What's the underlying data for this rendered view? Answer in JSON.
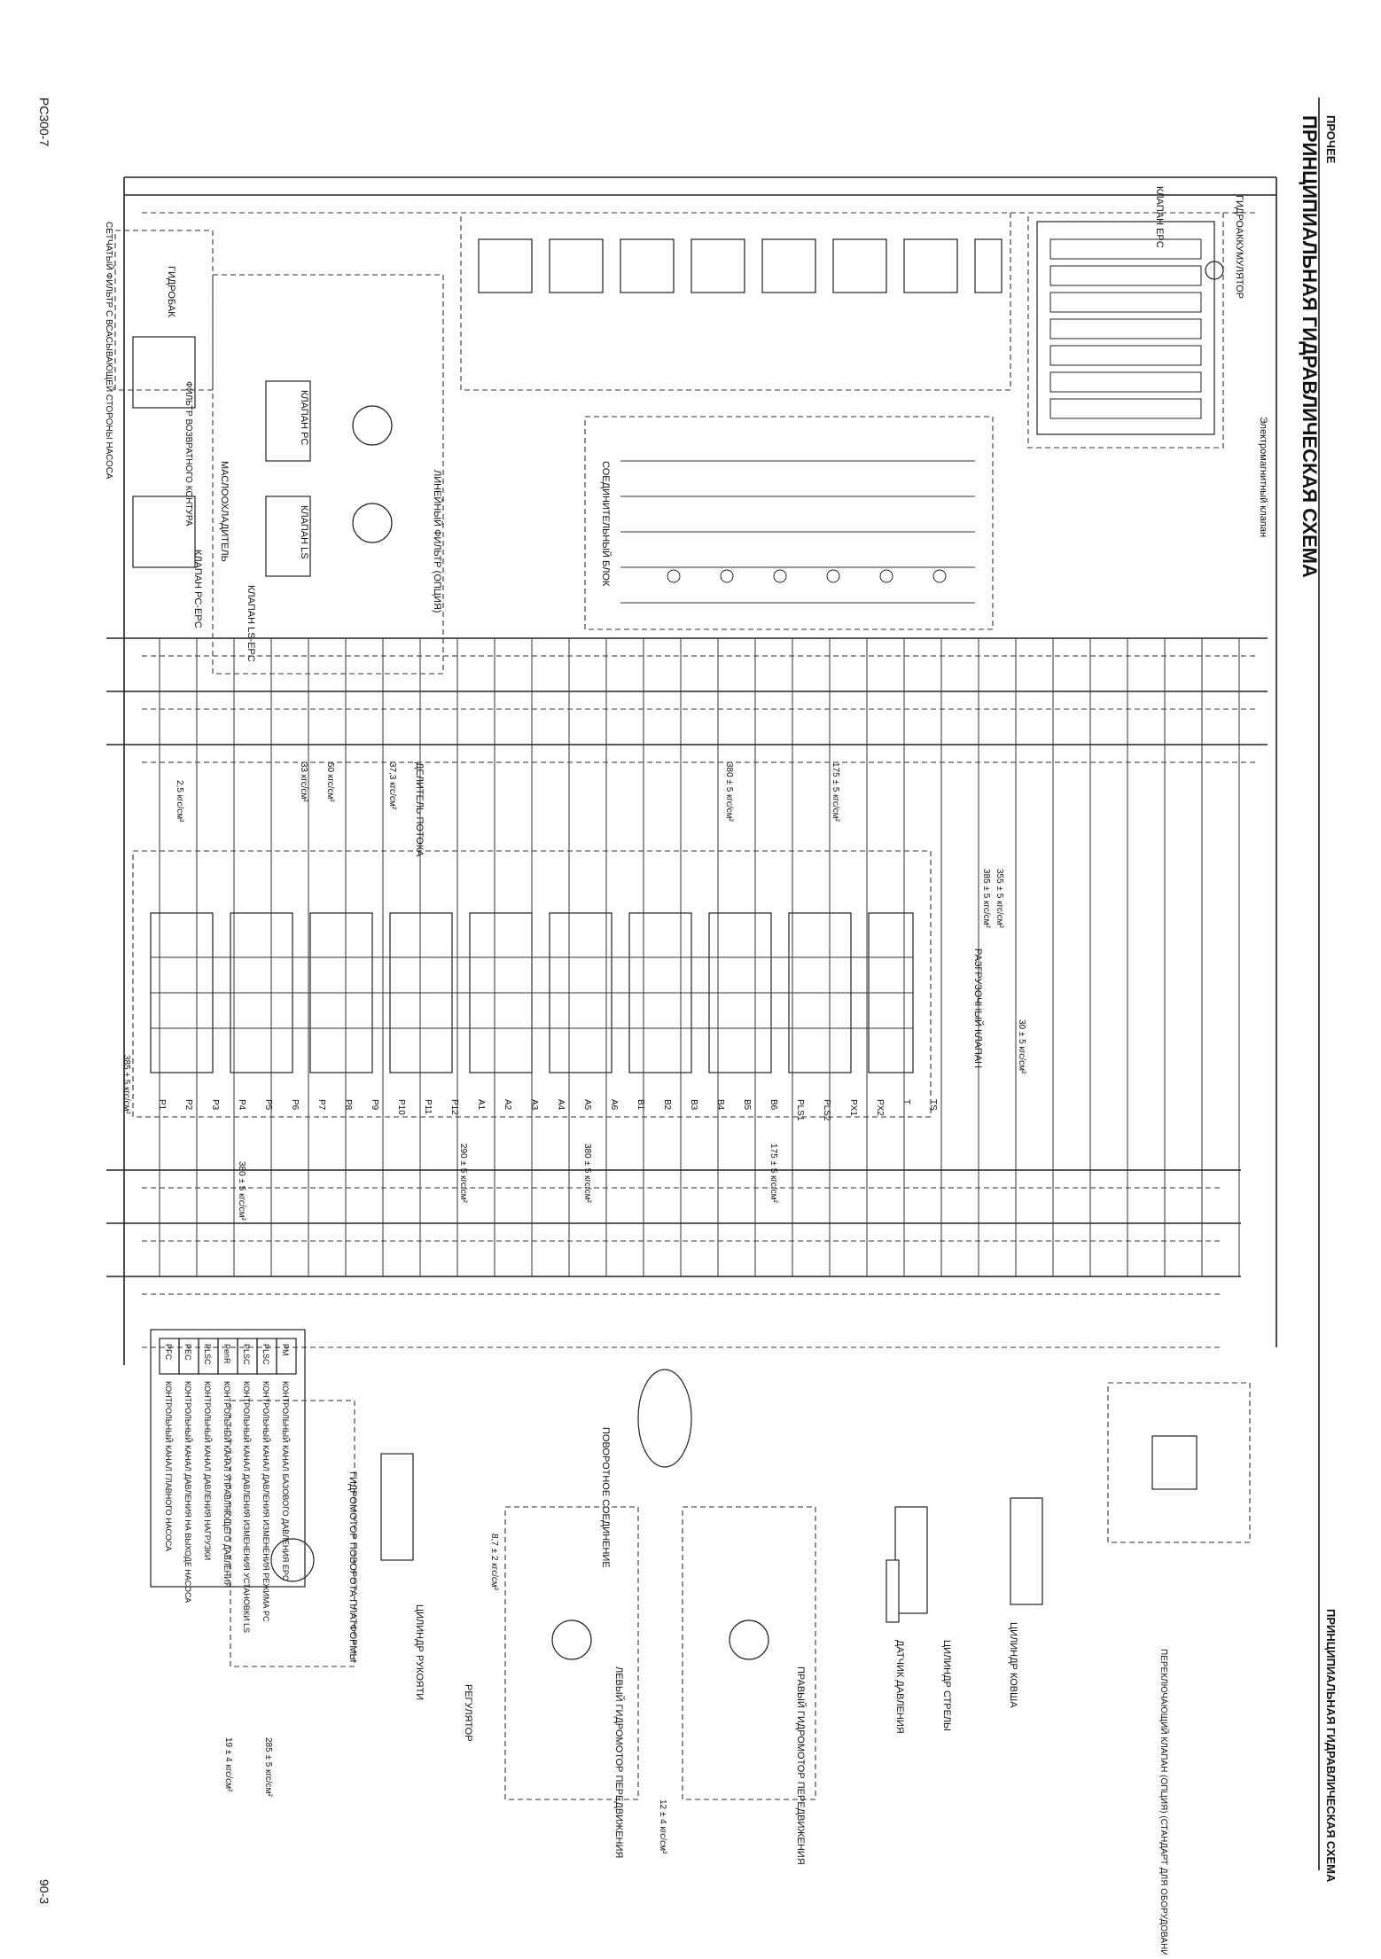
{
  "header": {
    "section_left": "ПРОЧЕЕ",
    "title": "ПРИНЦИПИАЛЬНАЯ ГИДРАВЛИЧЕСКАЯ СХЕМА",
    "section_right": "ПРИНЦИПИАЛЬНАЯ ГИДРАВЛИЧЕСКАЯ СХЕМА"
  },
  "footer": {
    "model": "PC300-7",
    "page": "90-3"
  },
  "blocks": {
    "accumulator": "ГИДРОАККУМУЛЯТОР",
    "epc_valve": "КЛАПАН EPC",
    "solenoid_valve": "Электромагнитный клапан",
    "connecting_block": "СОЕДИНИТЕЛЬНЫЙ БЛОК",
    "line_filter": "ЛИНЕЙНЫЙ ФИЛЬТР (ОПЦИЯ)",
    "pc_valve": "КЛАПАН PC",
    "ls_valve": "КЛАПАН LS",
    "pc_epc_valve": "КЛАПАН PC-EPC",
    "ls_epc_valve": "КЛАПАН LS-EPC",
    "oil_cooler": "МАСЛООХЛАДИТЕЛЬ",
    "hyd_tank": "ГИДРОБАК",
    "strainer": "СЕТЧАТЫЙ ФИЛЬТР С ВСАСЫВАЮЩЕЙ СТОРОНЫ НАСОСА",
    "return_filter": "ФИЛЬТР ВОЗВРАТНОГО КОНТУРА",
    "flow_divider": "ДЕЛИТЕЛЬ ПОТОКА",
    "unload_valve": "РАЗГРУЗОЧНЫЙ КЛАПАН",
    "swivel_joint": "ПОВОРОТНОЕ СОЕДИНЕНИЕ",
    "boom_cyl": "ЦИЛИНДР СТРЕЛЫ",
    "bucket_cyl": "ЦИЛИНДР КОВША",
    "arm_cyl": "ЦИЛИНДР РУКОЯТИ",
    "pressure_sensor": "ДАТЧИК ДАВЛЕНИЯ",
    "swing_motor": "ГИДРОМОТОР ПОВОРОТА ПЛАТФОРМЫ",
    "travel_motor_r": "ПРАВЫЙ ГИДРОМОТОР ПЕРЕДВИЖЕНИЯ",
    "travel_motor_l": "ЛЕВЫЙ ГИДРОМОТОР ПЕРЕДВИЖЕНИЯ",
    "regulator": "РЕГУЛЯТОР",
    "selector_valve": "ПЕРЕКЛЮЧАЮЩИЙ КЛАПАН (ОПЦИЯ) (СТАНДАРТ ДЛЯ ОБОРУДОВАНИЯ СНОСА ЗДАНИЙ)"
  },
  "pressures": {
    "p1": "385 ± 5 кгс/см²",
    "p2": "380 ± 5 кгс/см²",
    "p3": "355 ± 5 кгс/см²",
    "p4": "175 ± 5 кгс/см²",
    "p5": "30 ± 5 кгс/см²",
    "p6": "2,5 кгс/см²",
    "p7": "37,3 кгс/см²",
    "p8": "50 кгс/см²",
    "p9": "33 кгс/см²",
    "p10": "290 ± 5 кгс/см²",
    "p11": "285 ± 5 кгс/см²",
    "p12": "19 ± 4 кгс/см²",
    "p13": "12 ± 4 кгс/см²",
    "p14": "8,7 ± 2 кгс/см²"
  },
  "ports": [
    "P1",
    "P2",
    "P3",
    "P4",
    "P5",
    "P6",
    "P7",
    "P8",
    "P9",
    "P10",
    "P11",
    "P12",
    "A1",
    "A2",
    "A3",
    "A4",
    "A5",
    "A6",
    "B1",
    "B2",
    "B3",
    "B4",
    "B5",
    "B6",
    "PLS1",
    "PLS2",
    "PX1",
    "PX2",
    "T",
    "TS"
  ],
  "legend": {
    "rows": [
      {
        "code": "PFC",
        "text": "КОНТРОЛЬНЫЙ КАНАЛ ГЛАВНОГО НАСОСА"
      },
      {
        "code": "PEC",
        "text": "КОНТРОЛЬНЫЙ КАНАЛ ДАВЛЕНИЯ НА ВЫХОДЕ НАСОСА"
      },
      {
        "code": "PLSC",
        "text": "КОНТРОЛЬНЫЙ КАНАЛ ДАВЛЕНИЯ НАГРУЗКИ"
      },
      {
        "code": "PenR",
        "text": "КОНТРОЛЬНЫЙ КАНАЛ УПРАВЛЯЮЩЕГО ДАВЛЕНИЯ"
      },
      {
        "code": "PLSC",
        "text": "КОНТРОЛЬНЫЙ КАНАЛ ДАВЛЕНИЯ ИЗМЕНЕНИЯ УСТАНОВКИ LS"
      },
      {
        "code": "PLSC",
        "text": "КОНТРОЛЬНЫЙ КАНАЛ ДАВЛЕНИЯ ИЗМЕНЕНИЯ РЕЖИМА PC"
      },
      {
        "code": "PM",
        "text": "КОНТРОЛЬНЫЙ КАНАЛ БАЗОВОГО ДАВЛЕНИЯ EPC"
      }
    ]
  }
}
